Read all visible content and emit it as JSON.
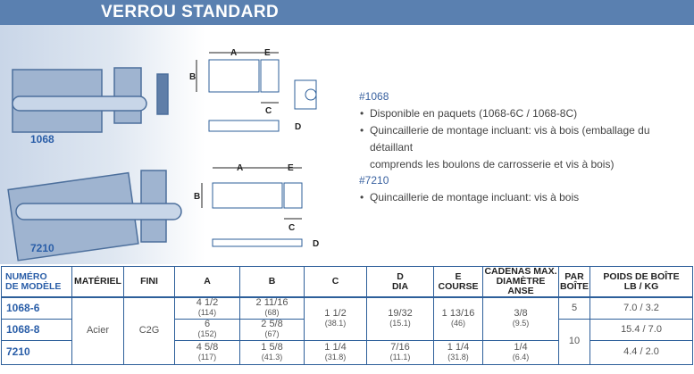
{
  "title": "VERROU STANDARD",
  "products": [
    {
      "label": "1068"
    },
    {
      "label": "7210"
    }
  ],
  "diagram_labels": {
    "a": "A",
    "b": "B",
    "c": "C",
    "d": "D",
    "e": "E"
  },
  "notes": [
    {
      "heading": "#1068",
      "bullets": [
        "Disponible en paquets (1068-6C / 1068-8C)",
        "Quincaillerie de montage incluant: vis à bois (emballage du détaillant",
        "comprends les boulons de carrosserie et vis à bois)"
      ]
    },
    {
      "heading": "#7210",
      "bullets": [
        "Quincaillerie de montage incluant: vis à bois"
      ]
    }
  ],
  "table": {
    "headers": [
      "NUMÉRO",
      "DE MODÈLE",
      "MATÉRIEL",
      "FINI",
      "A",
      "B",
      "C",
      "D",
      "DIA",
      "E",
      "COURSE",
      "CADENAS MAX.",
      "DIAMÈTRE ANSE",
      "PAR",
      "BOÎTE",
      "POIDS DE BOÎTE",
      "LB / KG"
    ],
    "material": "Acier",
    "finish": "C2G",
    "rows": [
      {
        "model": "1068-6",
        "a": "4 1/2",
        "a_mm": "(114)",
        "b": "2 11/16",
        "b_mm": "(68)",
        "weight": "7.0 / 3.2"
      },
      {
        "model": "1068-8",
        "a": "6",
        "a_mm": "(152)",
        "b": "2 5/8",
        "b_mm": "(67)",
        "weight": "15.4 / 7.0"
      },
      {
        "model": "7210",
        "a": "4 5/8",
        "a_mm": "(117)",
        "b": "1 5/8",
        "b_mm": "(41.3)",
        "c": "1 1/4",
        "c_mm": "(31.8)",
        "d": "7/16",
        "d_mm": "(11.1)",
        "e": "1 1/4",
        "e_mm": "(31.8)",
        "lock": "1/4",
        "lock_mm": "(6.4)",
        "weight": "4.4 / 2.0"
      }
    ],
    "shared_1068": {
      "c": "1 1/2",
      "c_mm": "(38.1)",
      "d": "19/32",
      "d_mm": "(15.1)",
      "e": "1 13/16",
      "e_mm": "(46)",
      "lock": "3/8",
      "lock_mm": "(9.5)"
    },
    "per_box": [
      "5",
      "10"
    ]
  }
}
